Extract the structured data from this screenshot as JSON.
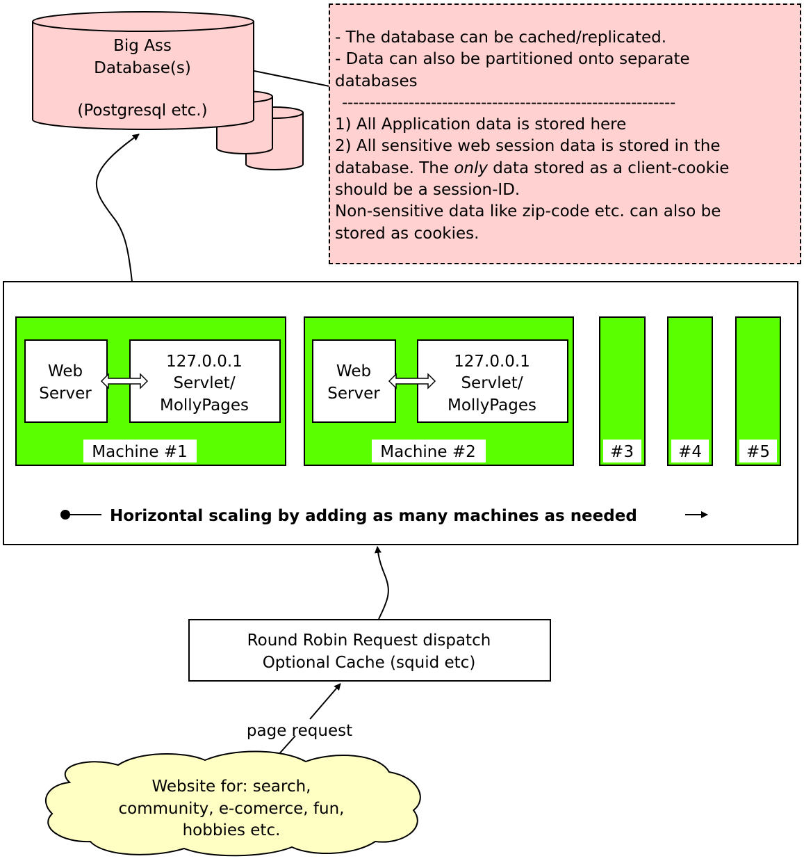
{
  "database": {
    "title_line1": "Big Ass",
    "title_line2": "Database(s)",
    "subtitle": "(Postgresql etc.)",
    "fill": "#ffd1d1"
  },
  "note": {
    "lines": [
      "- The database can be cached/replicated.",
      "- Data can also be partitioned onto separate",
      "databases",
      "------------------------------------------------------------",
      "1) All Application data is stored here",
      "2) All sensitive web session data is stored in the",
      "database. The ",
      "only",
      " data stored as a client-cookie",
      "should be a session-ID.",
      "Non-sensitive data like zip-code etc. can also be",
      "stored as cookies."
    ]
  },
  "cluster": {
    "machines": [
      {
        "web_server_line1": "Web",
        "web_server_line2": "Server",
        "servlet_line1": "127.0.0.1",
        "servlet_line2": "Servlet/",
        "servlet_line3": "MollyPages",
        "label": "Machine #1"
      },
      {
        "web_server_line1": "Web",
        "web_server_line2": "Server",
        "servlet_line1": "127.0.0.1",
        "servlet_line2": "Servlet/",
        "servlet_line3": "MollyPages",
        "label": "Machine #2"
      }
    ],
    "extra_machines": [
      "#3",
      "#4",
      "#5"
    ],
    "scaling_label": "Horizontal scaling by adding as many machines as needed",
    "machine_fill": "#5aff00"
  },
  "dispatcher": {
    "line1": "Round Robin Request dispatch",
    "line2": "Optional Cache (squid etc)"
  },
  "request_label": "page request",
  "website": {
    "line1": "Website for: search,",
    "line2": "community, e-comerce, fun,",
    "line3": "hobbies etc.",
    "fill": "#ffffc4"
  }
}
